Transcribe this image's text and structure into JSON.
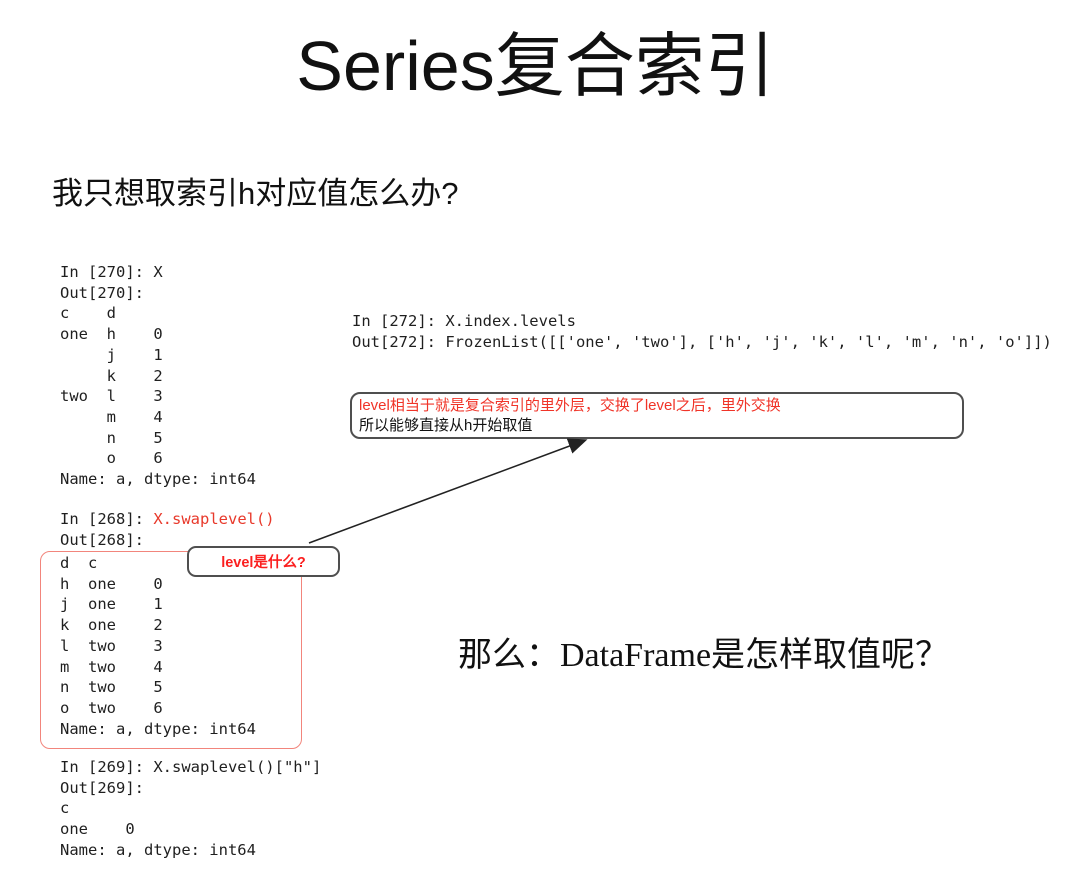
{
  "page": {
    "title": "Series复合索引",
    "question": "我只想取索引h对应值怎么办?",
    "dataframe_question": "那么：DataFrame是怎样取值呢？"
  },
  "code": {
    "block_270": [
      "In [270]: X",
      "Out[270]: ",
      "c    d",
      "one  h    0",
      "     j    1",
      "     k    2",
      "two  l    3",
      "     m    4",
      "     n    5",
      "     o    6",
      "Name: a, dtype: int64"
    ],
    "block_268_prompt": "In [268]: ",
    "block_268_input": "X.swaplevel()",
    "block_268_out_label": "Out[268]: ",
    "block_268_output": [
      "d  c",
      "h  one    0",
      "j  one    1",
      "k  one    2",
      "l  two    3",
      "m  two    4",
      "n  two    5",
      "o  two    6",
      "Name: a, dtype: int64"
    ],
    "block_269": [
      "In [269]: X.swaplevel()[\"h\"]",
      "Out[269]: ",
      "c",
      "one    0",
      "Name: a, dtype: int64"
    ],
    "block_272": [
      "In [272]: X.index.levels",
      "Out[272]: FrozenList([['one', 'two'], ['h', 'j', 'k', 'l', 'm', 'n', 'o']])"
    ]
  },
  "annotations": {
    "level_note_line1": "level相当于就是复合索引的里外层，交换了level之后，里外交换",
    "level_note_line2": "所以能够直接从h开始取值",
    "level_callout": "level是什么?"
  },
  "colors": {
    "code_red": "#e8392b",
    "note_red": "#f03428",
    "callout_red": "#fb1f1f",
    "highlight_box_red": "#f2857c",
    "box_border_gray": "#4f4f4f"
  }
}
